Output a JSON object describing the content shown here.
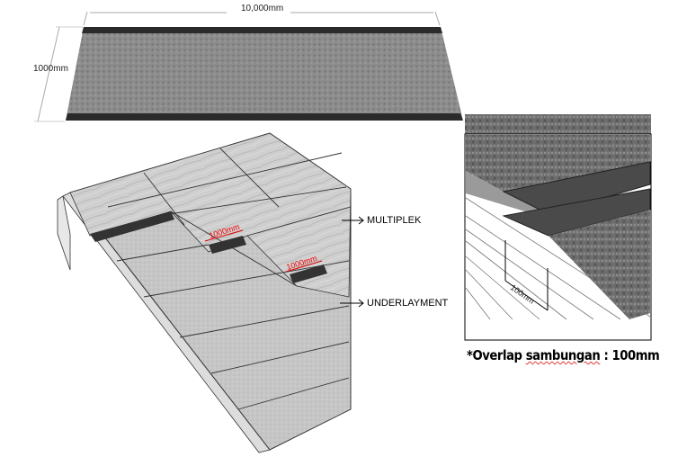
{
  "sheet": {
    "width_label": "10,000mm",
    "height_label": "1000mm"
  },
  "roof": {
    "lap_labels": [
      "1000mm",
      "1000mm"
    ],
    "multiplek_label": "MULTIPLEK",
    "underlayment_label": "UNDERLAYMENT"
  },
  "detail": {
    "dimension_label": "100mm",
    "note_prefix": "*",
    "note_word1": "Overlap",
    "note_word2": "sambungan",
    "note_rest": ": 100mm"
  },
  "colors": {
    "band": "#2b2b2b",
    "felt": "#8a8a8a",
    "wood": "#c9c9c9",
    "dimension_red": "#e00000"
  }
}
